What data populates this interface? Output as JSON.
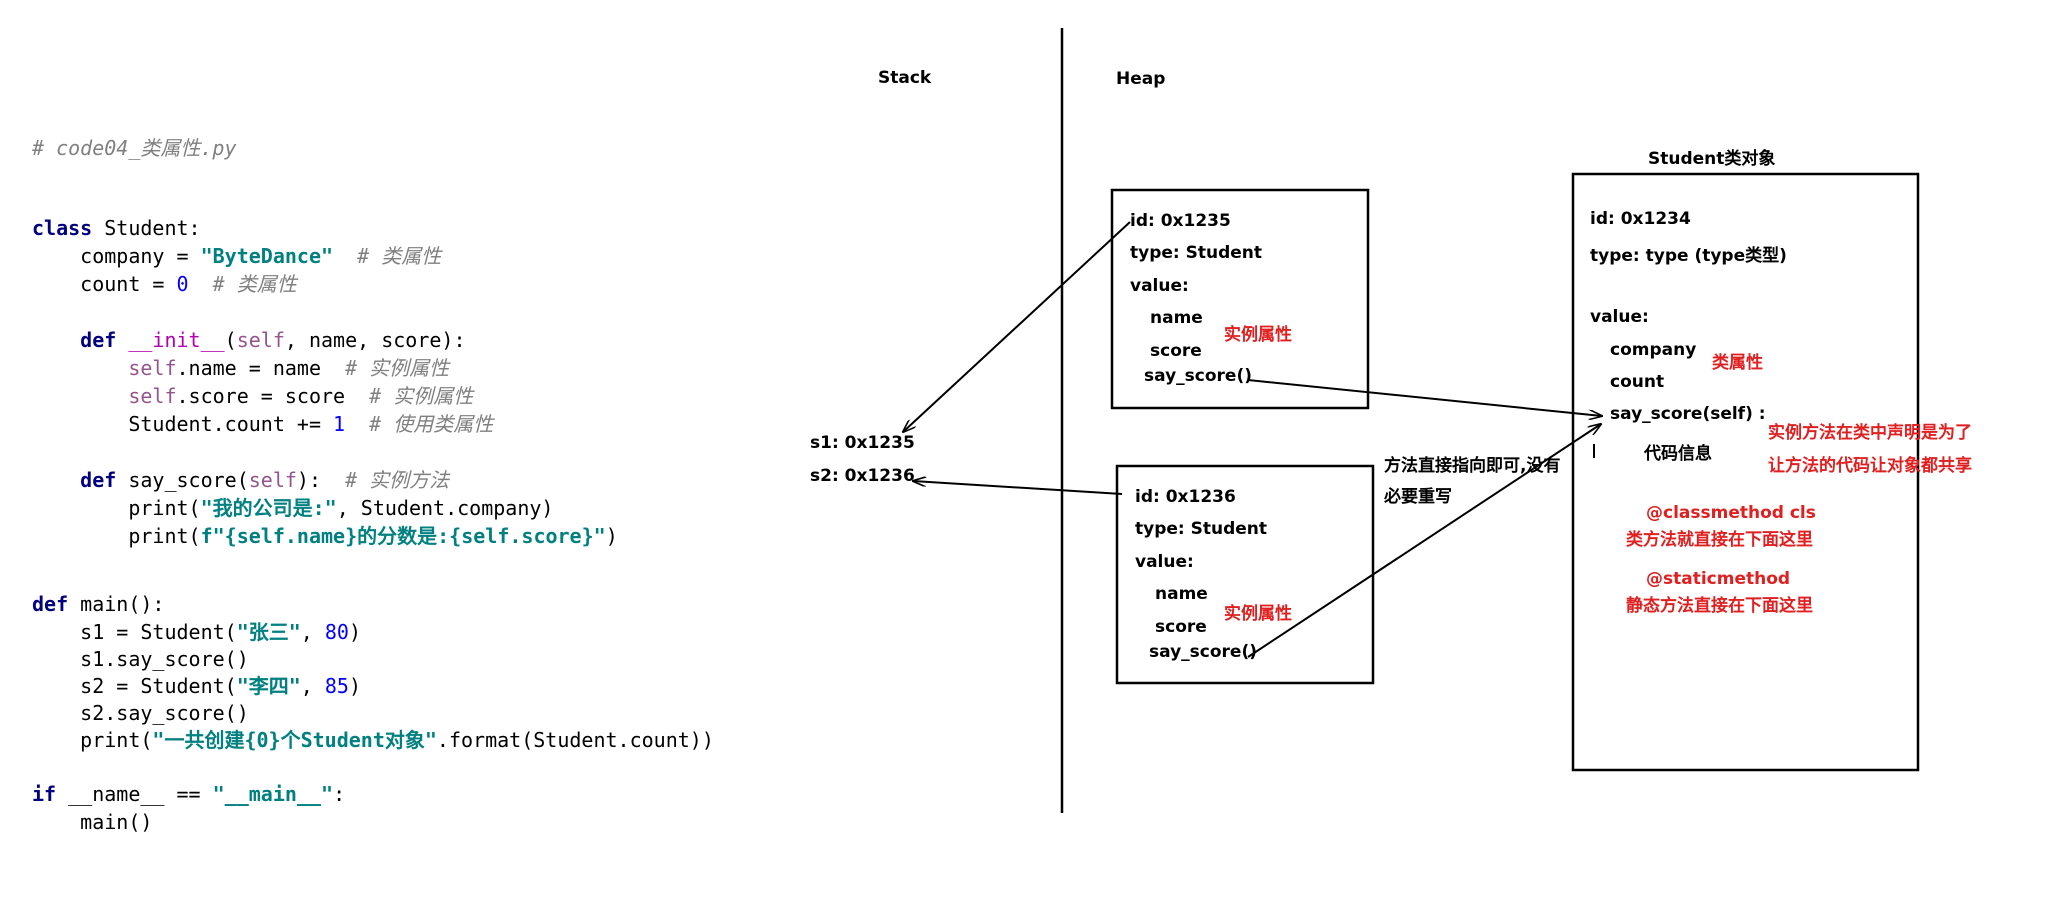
{
  "code": {
    "filename_comment": "# code04_类属性.py",
    "class_kw": "class",
    "class_rest": " Student:",
    "company_name": "    company = ",
    "company_val": "\"ByteDance\"",
    "company_cmt": "  # 类属性",
    "count_name": "    count = ",
    "count_val": "0",
    "count_cmt": "  # 类属性",
    "def_kw": "def",
    "init_name": "__init__",
    "init_p1": "(",
    "init_self": "self",
    "init_p2": ", name, score):",
    "self_kw": "self",
    "name_assign": ".name = name",
    "name_cmt": "  # 实例属性",
    "score_assign": ".score = score",
    "score_cmt": "  # 实例属性",
    "count_inc": "Student.count += ",
    "count_inc_val": "1",
    "count_inc_cmt": "  # 使用类属性",
    "say_name": " say_score(",
    "say_end": "):",
    "say_cmt": "  # 实例方法",
    "print1_a": "print(",
    "print1_str": "\"我的公司是:\"",
    "print1_b": ", Student.company)",
    "print2_a": "print(",
    "print2_str": "f\"{self.name}的分数是:{self.score}\"",
    "print2_b": ")",
    "main_rest": " main():",
    "s1_a": "    s1 = Student(",
    "s1_str": "\"张三\"",
    "s1_c": ", ",
    "s1_num": "80",
    "s1_e": ")",
    "s1_call": "    s1.say_score()",
    "s2_a": "    s2 = Student(",
    "s2_str": "\"李四\"",
    "s2_c": ", ",
    "s2_num": "85",
    "s2_e": ")",
    "s2_call": "    s2.say_score()",
    "print3_a": "    print(",
    "print3_str": "\"一共创建{0}个Student对象\"",
    "print3_b": ".format(Student.count))",
    "if_kw": "if",
    "if_mid": " __name__ == ",
    "if_str": "\"__main__\"",
    "if_end": ":",
    "main_call": "    main()"
  },
  "diagram": {
    "stack_label": "Stack",
    "heap_label": "Heap",
    "class_object_title": "Student类对象",
    "stack_s1": "s1: 0x1235",
    "stack_s2": "s2: 0x1236",
    "obj1": {
      "id": "id: 0x1235",
      "type": "type: Student",
      "value": "value:",
      "name": "name",
      "score": "score",
      "method": "say_score()",
      "note": "实例属性"
    },
    "obj2": {
      "id": "id: 0x1236",
      "type": "type: Student",
      "value": "value:",
      "name": "name",
      "score": "score",
      "method": "say_score()",
      "note": "实例属性"
    },
    "cls": {
      "id": "id: 0x1234",
      "type": "type: type (type类型)",
      "value": "value:",
      "company": "company",
      "count": "count",
      "class_attr_note": "类属性",
      "method": "say_score(self) :",
      "code_info": "代码信息",
      "method_note_1": "实例方法在类中声明是为了",
      "method_note_2": "让方法的代码让对象都共享",
      "classmethod": "@classmethod     cls",
      "classmethod_note": "类方法就直接在下面这里",
      "staticmethod": "@staticmethod",
      "staticmethod_note": "静态方法直接在下面这里"
    },
    "pointer_note_1": "方法直接指向即可,没有",
    "pointer_note_2": "必要重写"
  },
  "colors": {
    "keyword": "#000080",
    "string": "#008080",
    "number": "#0000ff",
    "comment": "#808080",
    "self": "#94558d",
    "magic": "#b200b2",
    "annotation": "#e02020"
  }
}
